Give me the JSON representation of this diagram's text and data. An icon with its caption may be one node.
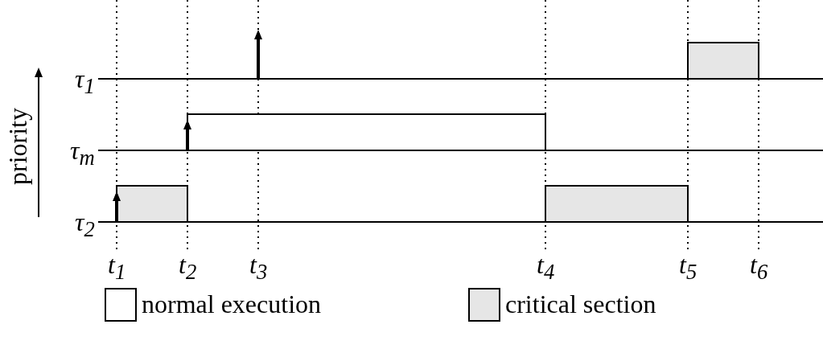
{
  "diagram": {
    "labels": [
      "τ$_{1}$",
      "τ$_{m}$",
      "τ$_{2}$",
      "priority",
      "t$_{1}$",
      "t$_{2}$",
      "t$_{3}$",
      "t$_{4}$",
      "t$_{5}$",
      "t$_{6}$"
    ],
    "legend": [
      {
        "text": "normal execution",
        "color": "#ffffff"
      },
      {
        "text": "critical section",
        "color": "#e6e6e6"
      }
    ]
  }
}
